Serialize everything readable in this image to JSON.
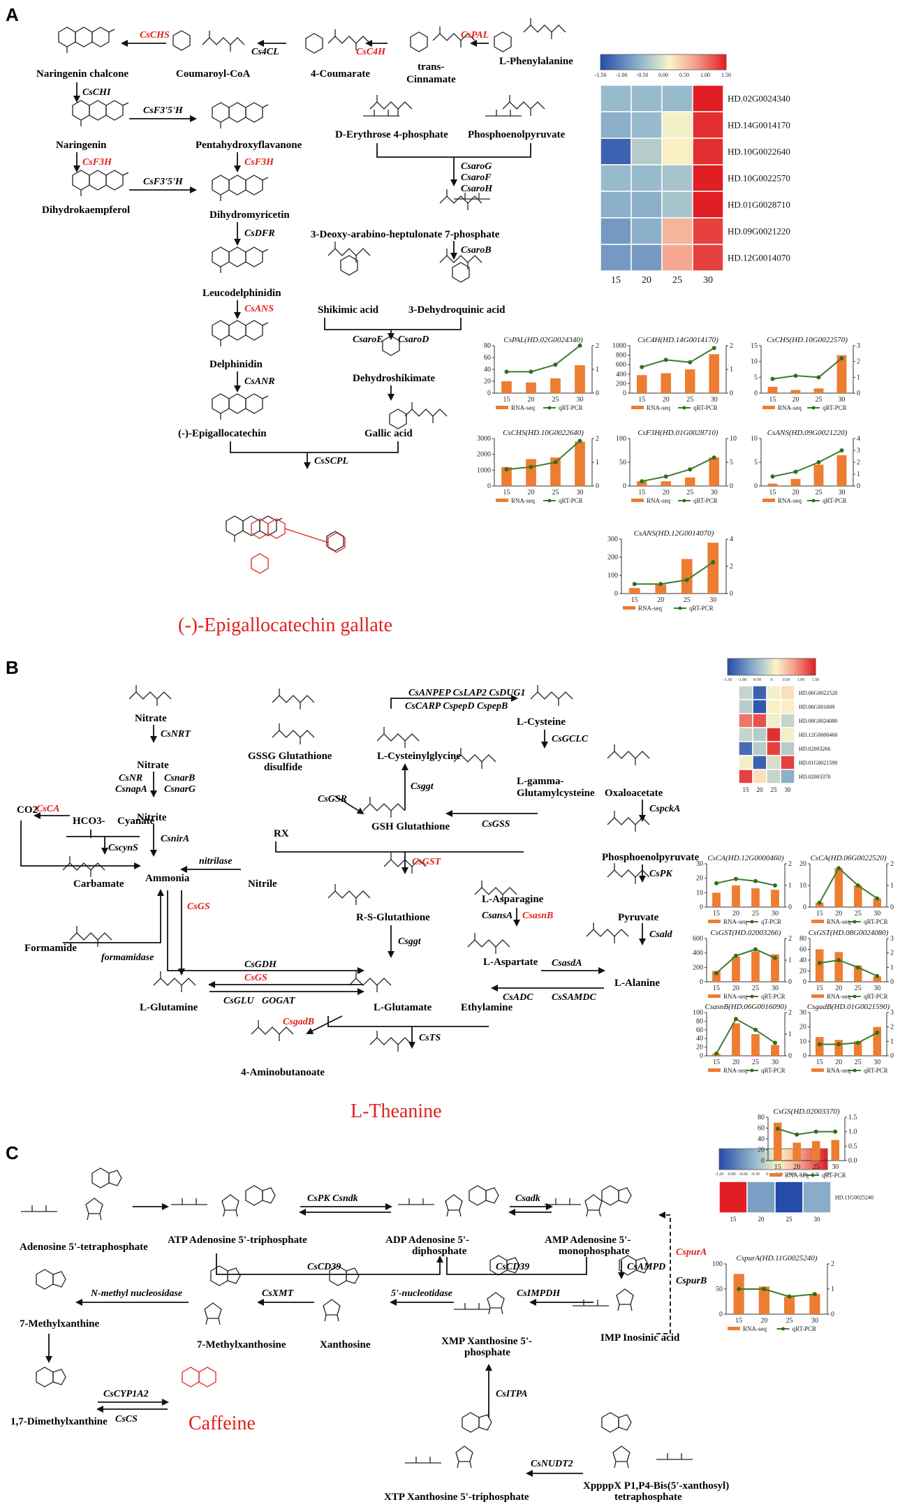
{
  "panels": {
    "A": "A",
    "B": "B",
    "C": "C"
  },
  "pathA": {
    "naringenin_chalcone": "Naringenin chalcone",
    "coumaroyl_coa": "Coumaroyl-CoA",
    "coumarate": "4-Coumarate",
    "trans_cinnamate_1": "trans-",
    "trans_cinnamate_2": "Cinnamate",
    "phenylalanine": "L-Phenylalanine",
    "naringenin": "Naringenin",
    "pentahydroxy": "Pentahydroxyflavanone",
    "dihydrokaempferol": "Dihydrokaempferol",
    "dihydromyricetin": "Dihydromyricetin",
    "erythrose": "D-Erythrose 4-phosphate",
    "pep": "Phosphoenolpyruvate",
    "dahp": "3-Deoxy-arabino-heptulonate 7-phosphate",
    "leucodelphinidin": "Leucodelphinidin",
    "shikimic": "Shikimic acid",
    "dehydroquinic": "3-Dehydroquinic acid",
    "delphinidin": "Delphinidin",
    "dehydroshikimate": "Dehydroshikimate",
    "epigallocatechin": "(-)-Epigallocatechin",
    "gallic": "Gallic acid",
    "final": "(-)-Epigallocatechin gallate",
    "enz": {
      "chs": "CsCHS",
      "c4cl": "Cs4CL",
      "c4h": "CsC4H",
      "pal": "CsPAL",
      "chi": "CsCHI",
      "f3p5h_1": "CsF3'5'H",
      "f3p5h_2": "CsF3'5'H",
      "f3h_1": "CsF3H",
      "f3h_2": "CsF3H",
      "dfr": "CsDFR",
      "ans": "CsANS",
      "anr": "CsANR",
      "arog": "CsaroG",
      "arof": "CsaroF",
      "aroh": "CsaroH",
      "arob": "CsaroB",
      "aroe": "CsaroE",
      "arod": "CsaroD",
      "scpl": "CsSCPL"
    }
  },
  "pathB": {
    "nitrate1": "Nitrate",
    "nitrate2": "Nitrate",
    "nitrite": "Nitrite",
    "co2": "CO2",
    "hco3": "HCO3-",
    "cyanate": "Cyanate",
    "carbamate": "Carbamate",
    "ammonia": "Ammonia",
    "nitrile": "Nitrile",
    "formamide": "Formamide",
    "glutamine": "L-Glutamine",
    "gssg1": "GSSG Glutathione",
    "gssg2": "disulfide",
    "cysgly": "L-Cysteinylglycine",
    "cysteine": "L-Cysteine",
    "ggc1": "L-gamma-",
    "ggc2": "Glutamylcysteine",
    "gsh": "GSH Glutathione",
    "rx": "RX",
    "rsg": "R-S-Glutathione",
    "glutamate": "L-Glutamate",
    "gaba": "4-Aminobutanoate",
    "ethylamine": "Ethylamine",
    "final": "L-Theanine",
    "oxaloacetate": "Oxaloacetate",
    "pep": "Phosphoenolpyruvate",
    "pyruvate": "Pyruvate",
    "asparagine": "L-Asparagine",
    "aspartate": "L-Aspartate",
    "alanine": "L-Alanine",
    "enz": {
      "nrt": "CsNRT",
      "nr": "CsNR",
      "snapa": "CsnapA",
      "snarb": "CsnarB",
      "snarg": "CsnarG",
      "snira": "CsnirA",
      "ca": "CsCA",
      "scyns": "CscynS",
      "nitrilase": "nitrilase",
      "gs1": "CsGS",
      "gs2": "CsGS",
      "formamidase": "formamidase",
      "gdh": "CsGDH",
      "glu": "CsGLU",
      "gogat": "GOGAT",
      "gadb": "CsgadB",
      "gsr": "CsGSR",
      "anpep": "CsANPEP CsLAP2 CsDUG1",
      "carp": "CsCARP CspepD CspepB",
      "ggt1": "Csggt",
      "gclc": "CsGCLC",
      "gss": "CsGSS",
      "gst": "CsGST",
      "ggt2": "Csggt",
      "ts": "CsTS",
      "pcka": "CspckA",
      "pk": "CsPK",
      "ansa": "CsansA",
      "sasnb": "CsasnB",
      "sald": "Csald",
      "sasda": "CsasdA",
      "adc": "CsADC",
      "samdc": "CsSAMDC"
    }
  },
  "pathC": {
    "ap4": "Adenosine 5'-tetraphosphate",
    "atp": "ATP Adenosine 5'-triphosphate",
    "adp1": "ADP Adenosine 5'-",
    "adp2": "diphosphate",
    "amp1": "AMP Adenosine 5'-",
    "amp2": "monophosphate",
    "imp": "IMP Inosinic acid",
    "xmp1": "XMP Xanthosine 5'-",
    "xmp2": "phosphate",
    "xanthosine": "Xanthosine",
    "mxr": "7-Methylxanthosine",
    "mx": "7-Methylxanthine",
    "dmx": "1,7-Dimethylxanthine",
    "final": "Caffeine",
    "xtp": "XTP Xanthosine 5'-triphosphate",
    "xppppx1": "XppppX P1,P4-Bis(5'-xanthosyl)",
    "xppppx2": "tetraphosphate",
    "enz": {
      "pk": "CsPK Csndk",
      "adk": "Csadk",
      "cd39_1": "CsCD39",
      "cd39_2": "CsCD39",
      "ampd": "CsAMPD",
      "pura": "CspurA",
      "purb": "CspurB",
      "impdh": "CsIMPDH",
      "nuc": "5'-nucleotidase",
      "xmt": "CsXMT",
      "nmn": "N-methyl nucleosidase",
      "cyp": "CsCYP1A2",
      "cs": "CsCS",
      "itpa": "CsITPA",
      "nudt2": "CsNUDT2"
    }
  },
  "legend": {
    "rnaseq": "RNA-seq",
    "qrt": "qRT-PCR",
    "qt": "qT-PCR"
  },
  "chart_data": [
    {
      "type": "heatmap",
      "id": "hmA",
      "rows": [
        "HD.02G0024340",
        "HD.14G0014170",
        "HD.10G0022640",
        "HD.10G0022570",
        "HD.01G0028710",
        "HD.09G0021220",
        "HD.12G0014070"
      ],
      "columns": [
        "15",
        "20",
        "25",
        "30"
      ],
      "values": [
        [
          -0.5,
          -0.5,
          -0.5,
          1.5
        ],
        [
          -0.6,
          -0.5,
          0.1,
          1.4
        ],
        [
          -1.3,
          -0.3,
          0.2,
          1.4
        ],
        [
          -0.5,
          -0.5,
          -0.4,
          1.5
        ],
        [
          -0.6,
          -0.6,
          -0.4,
          1.5
        ],
        [
          -0.8,
          -0.6,
          0.6,
          1.3
        ],
        [
          -0.8,
          -0.8,
          0.7,
          1.3
        ]
      ],
      "scale": {
        "min": -1.5,
        "max": 1.5,
        "ticks": [
          "-1.50",
          "-1.00",
          "-0.50",
          "0.00",
          "0.50",
          "1.00",
          "1.50"
        ]
      }
    },
    {
      "type": "bar",
      "id": "a1",
      "title": "CsPAL(HD.02G0024340)",
      "categories": [
        "15",
        "20",
        "25",
        "30"
      ],
      "values": [
        20,
        18,
        25,
        47
      ],
      "ylim": [
        0,
        80
      ],
      "yticks": [
        "0",
        "20",
        "40",
        "60",
        "80"
      ],
      "line": [
        0.9,
        0.9,
        1.2,
        2.0
      ],
      "y2lim": [
        0,
        2
      ],
      "y2ticks": [
        "0",
        "1",
        "2"
      ]
    },
    {
      "type": "bar",
      "id": "a2",
      "title": "CsC4H(HD.14G0014170)",
      "categories": [
        "15",
        "20",
        "25",
        "30"
      ],
      "values": [
        380,
        420,
        500,
        820
      ],
      "ylim": [
        0,
        1000
      ],
      "yticks": [
        "0",
        "200",
        "400",
        "600",
        "800",
        "1000"
      ],
      "line": [
        1.1,
        1.4,
        1.3,
        1.9
      ],
      "y2lim": [
        0,
        2
      ],
      "y2ticks": [
        "0",
        "1",
        "2"
      ]
    },
    {
      "type": "bar",
      "id": "a3",
      "title": "CsCHS(HD.10G0022570)",
      "categories": [
        "15",
        "20",
        "25",
        "30"
      ],
      "values": [
        2,
        1,
        1.5,
        12
      ],
      "ylim": [
        0,
        15
      ],
      "yticks": [
        "0",
        "5",
        "10",
        "15"
      ],
      "line": [
        0.9,
        1.1,
        1.0,
        2.2
      ],
      "y2lim": [
        0,
        3
      ],
      "y2ticks": [
        "0",
        "1",
        "2",
        "3"
      ]
    },
    {
      "type": "bar",
      "id": "a4",
      "title": "CsCHS(HD.10G0022640)",
      "categories": [
        "15",
        "20",
        "25",
        "30"
      ],
      "values": [
        1200,
        1700,
        1800,
        2800
      ],
      "ylim": [
        0,
        3000
      ],
      "yticks": [
        "0",
        "1000",
        "2000",
        "3000"
      ],
      "line": [
        0.7,
        0.8,
        1.0,
        1.9
      ],
      "y2lim": [
        0,
        2
      ],
      "y2ticks": [
        "0",
        "1",
        "2"
      ]
    },
    {
      "type": "bar",
      "id": "a5",
      "title": "CsF3H(HD.01G0028710)",
      "categories": [
        "15",
        "20",
        "25",
        "30"
      ],
      "values": [
        10,
        10,
        18,
        60
      ],
      "ylim": [
        0,
        100
      ],
      "yticks": [
        "0",
        "50",
        "100"
      ],
      "line": [
        1,
        2,
        3.5,
        6
      ],
      "y2lim": [
        0,
        10
      ],
      "y2ticks": [
        "0",
        "5",
        "10"
      ]
    },
    {
      "type": "bar",
      "id": "a6",
      "title": "CsANS(HD.09G0021220)",
      "categories": [
        "15",
        "20",
        "25",
        "30"
      ],
      "values": [
        0.5,
        1.5,
        4.5,
        6.5
      ],
      "ylim": [
        0,
        10
      ],
      "yticks": [
        "0",
        "5",
        "10"
      ],
      "line": [
        0.8,
        1.2,
        2.0,
        3.0
      ],
      "y2lim": [
        0,
        4
      ],
      "y2ticks": [
        "0",
        "1",
        "2",
        "3",
        "4"
      ]
    },
    {
      "type": "bar",
      "id": "a7",
      "title": "CsANS(HD.12G0014070)",
      "categories": [
        "15",
        "20",
        "25",
        "30"
      ],
      "values": [
        30,
        50,
        190,
        280
      ],
      "ylim": [
        0,
        300
      ],
      "yticks": [
        "0",
        "100",
        "200",
        "300"
      ],
      "line": [
        0.7,
        0.7,
        1.0,
        2.3
      ],
      "y2lim": [
        0,
        4
      ],
      "y2ticks": [
        "0",
        "2",
        "4"
      ]
    },
    {
      "type": "heatmap",
      "id": "hmB",
      "rows": [
        "HD.06G0022520",
        "HD.06G001609",
        "HD.08G0024080",
        "HD.12G0000460",
        "HD.02003266",
        "HD.01G0021590",
        "HD.02003370"
      ],
      "columns": [
        "15",
        "20",
        "25",
        "30"
      ],
      "values": [
        [
          -0.2,
          -1.3,
          0.1,
          0.3
        ],
        [
          -0.3,
          -1.4,
          0.2,
          0.2
        ],
        [
          1.0,
          1.2,
          0.1,
          -0.2
        ],
        [
          -0.2,
          -0.3,
          1.4,
          0.1
        ],
        [
          -1.2,
          -0.3,
          1.3,
          -0.3
        ],
        [
          0.1,
          -1.3,
          -0.1,
          1.3
        ],
        [
          1.3,
          0.3,
          -0.2,
          -0.6
        ]
      ],
      "scale": {
        "min": -1.5,
        "max": 1.5,
        "ticks": [
          "-1.50",
          "-1.00",
          "-0.50",
          "0",
          "0.50",
          "1.00",
          "1.50"
        ]
      }
    },
    {
      "type": "bar",
      "id": "b1",
      "title": "CsCA(HD.12G0000460)",
      "categories": [
        "15",
        "20",
        "25",
        "30"
      ],
      "values": [
        10,
        15,
        13,
        12
      ],
      "ylim": [
        0,
        30
      ],
      "yticks": [
        "0",
        "10",
        "20",
        "30"
      ],
      "line": [
        1.1,
        1.3,
        1.2,
        1.0
      ],
      "y2lim": [
        0,
        2
      ],
      "y2ticks": [
        "0",
        "1",
        "2"
      ],
      "legend2": "qT-PCR"
    },
    {
      "type": "bar",
      "id": "b2",
      "title": "CsCA(HD.06G0022520)",
      "categories": [
        "15",
        "20",
        "25",
        "30"
      ],
      "values": [
        2,
        18,
        10,
        4
      ],
      "ylim": [
        0,
        20
      ],
      "yticks": [
        "0",
        "10",
        "20"
      ],
      "line": [
        0.2,
        1.8,
        1.0,
        0.4
      ],
      "y2lim": [
        0,
        2
      ],
      "y2ticks": [
        "0",
        "1",
        "2"
      ]
    },
    {
      "type": "bar",
      "id": "b3",
      "title": "CsGST(HD.02003266)",
      "categories": [
        "15",
        "20",
        "25",
        "30"
      ],
      "values": [
        150,
        350,
        420,
        380
      ],
      "ylim": [
        0,
        600
      ],
      "yticks": [
        "0",
        "200",
        "400",
        "600"
      ],
      "line": [
        0.4,
        1.2,
        1.5,
        1.1
      ],
      "y2lim": [
        0,
        2
      ],
      "y2ticks": [
        "0",
        "1",
        "2"
      ]
    },
    {
      "type": "bar",
      "id": "b4",
      "title": "CsGST(HD.08G0024080)",
      "categories": [
        "15",
        "20",
        "25",
        "30"
      ],
      "values": [
        60,
        55,
        30,
        10
      ],
      "ylim": [
        0,
        80
      ],
      "yticks": [
        "0",
        "20",
        "40",
        "60",
        "80"
      ],
      "line": [
        1.3,
        1.5,
        1.0,
        0.4
      ],
      "y2lim": [
        0,
        3
      ],
      "y2ticks": [
        "0",
        "1",
        "2",
        "3"
      ]
    },
    {
      "type": "bar",
      "id": "b5",
      "title": "CsasnB(HD.06G0016090)",
      "categories": [
        "15",
        "20",
        "25",
        "30"
      ],
      "values": [
        5,
        75,
        50,
        25
      ],
      "ylim": [
        0,
        100
      ],
      "yticks": [
        "0",
        "20",
        "40",
        "60",
        "80",
        "100"
      ],
      "line": [
        0.1,
        1.7,
        1.2,
        0.6
      ],
      "y2lim": [
        0,
        2
      ],
      "y2ticks": [
        "0",
        "1",
        "2"
      ]
    },
    {
      "type": "bar",
      "id": "b6",
      "title": "CsgadB(HD.01G0021590)",
      "categories": [
        "15",
        "20",
        "25",
        "30"
      ],
      "values": [
        13,
        11,
        10,
        20
      ],
      "ylim": [
        0,
        30
      ],
      "yticks": [
        "0",
        "10",
        "20",
        "30"
      ],
      "line": [
        0.8,
        0.8,
        0.9,
        1.6
      ],
      "y2lim": [
        0,
        3
      ],
      "y2ticks": [
        "0",
        "1",
        "2",
        "3"
      ]
    },
    {
      "type": "bar",
      "id": "b7",
      "title": "CsGS(HD.02003370)",
      "categories": [
        "15",
        "20",
        "25",
        "30"
      ],
      "values": [
        70,
        33,
        36,
        38
      ],
      "ylim": [
        0,
        80
      ],
      "yticks": [
        "0",
        "20",
        "40",
        "60",
        "80"
      ],
      "line": [
        1.1,
        0.9,
        1.0,
        1.0
      ],
      "y2lim": [
        0,
        1.5
      ],
      "y2ticks": [
        "0.0",
        "0.5",
        "1.0",
        "1.5"
      ]
    },
    {
      "type": "heatmap",
      "id": "hmC",
      "rows": [
        "HD.11G0025240"
      ],
      "columns": [
        "15",
        "20",
        "25",
        "30"
      ],
      "values": [
        [
          1.2,
          -0.6,
          -1.2,
          -0.5
        ]
      ],
      "scale": {
        "min": -1.2,
        "max": 1.2,
        "ticks": [
          "-1.20",
          "-0.90",
          "-0.60",
          "-0.30",
          "0",
          "0.30",
          "0.60",
          "0.90",
          "1.20",
          "1.50"
        ]
      }
    },
    {
      "type": "bar",
      "id": "c1",
      "title": "CspurA(HD.11G0025240)",
      "categories": [
        "15",
        "20",
        "25",
        "30"
      ],
      "values": [
        80,
        55,
        35,
        40
      ],
      "ylim": [
        0,
        100
      ],
      "yticks": [
        "0",
        "50",
        "100"
      ],
      "line": [
        1.0,
        1.0,
        0.7,
        0.8
      ],
      "y2lim": [
        0,
        2
      ],
      "y2ticks": [
        "0",
        "1",
        "2"
      ]
    }
  ]
}
